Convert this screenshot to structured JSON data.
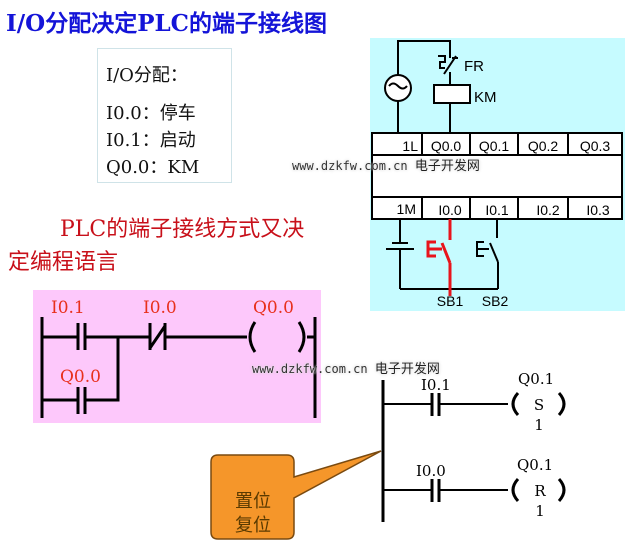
{
  "title": "I/O分配决定PLC的端子接线图",
  "io_assignment": {
    "heading": "I/O分配：",
    "lines": [
      "I0.0：停车",
      "I0.1：启动",
      "Q0.0：KM"
    ]
  },
  "subtitle": {
    "line1": "PLC的端子接线方式又决",
    "line2": "定编程语言"
  },
  "wiring": {
    "labels": {
      "fr": "FR",
      "km": "KM",
      "sb1": "SB1",
      "sb2": "SB2"
    },
    "output_terminals": [
      "1L",
      "Q0.0",
      "Q0.1",
      "Q0.2",
      "Q0.3"
    ],
    "input_terminals": [
      "1M",
      "I0.0",
      "I0.1",
      "I0.2",
      "I0.3"
    ],
    "colors": {
      "background": "#c6fbff",
      "highlight": "#e8141c"
    }
  },
  "ladder1": {
    "contact_start": "I0.1",
    "contact_hold": "Q0.0",
    "contact_stop": "I0.0",
    "coil": "Q0.0",
    "colors": {
      "background": "#fdc8fb",
      "label": "#e8301c"
    }
  },
  "ladder2": {
    "rung1": {
      "contact": "I0.1",
      "coil": "Q0.1",
      "op": "S",
      "count": "1"
    },
    "rung2": {
      "contact": "I0.0",
      "coil": "Q0.1",
      "op": "R",
      "count": "1"
    }
  },
  "callout": {
    "line1": "置位",
    "line2": "复位",
    "color": "#f5962a"
  },
  "watermarks": [
    {
      "url": "www.dzkfw.com.cn",
      "name": "电子开发网"
    },
    {
      "url": "www.dzkfw.com.cn",
      "name": "电子开发网"
    }
  ]
}
